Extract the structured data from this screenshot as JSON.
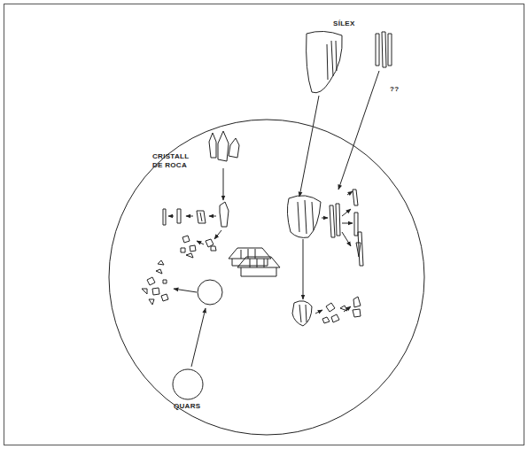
{
  "diagram": {
    "labels": [
      "SÍLEX",
      "CRISTALL DE ROCA",
      "QUARS",
      "??"
    ]
  }
}
